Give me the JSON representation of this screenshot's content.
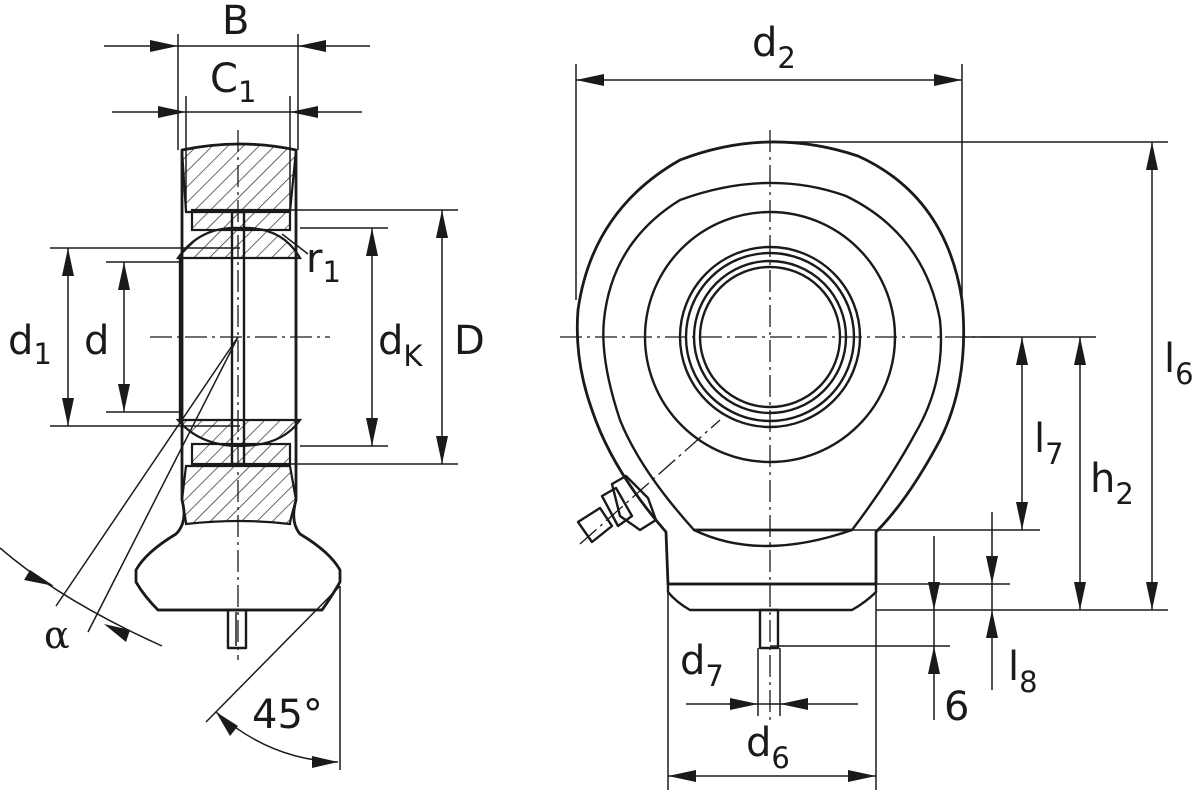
{
  "labels": {
    "B": "B",
    "C1": {
      "main": "C",
      "sub": "1"
    },
    "r1": {
      "main": "r",
      "sub": "1"
    },
    "d1": {
      "main": "d",
      "sub": "1"
    },
    "d": "d",
    "dK": {
      "main": "d",
      "sub": "K"
    },
    "D": "D",
    "alpha": "α",
    "angle45": "45°",
    "d2": {
      "main": "d",
      "sub": "2"
    },
    "l6": {
      "main": "l",
      "sub": "6"
    },
    "l7": {
      "main": "l",
      "sub": "7"
    },
    "h2": {
      "main": "h",
      "sub": "2"
    },
    "l8": {
      "main": "l",
      "sub": "8"
    },
    "d7": {
      "main": "d",
      "sub": "7"
    },
    "d6": {
      "main": "d",
      "sub": "6"
    },
    "six": "6"
  }
}
